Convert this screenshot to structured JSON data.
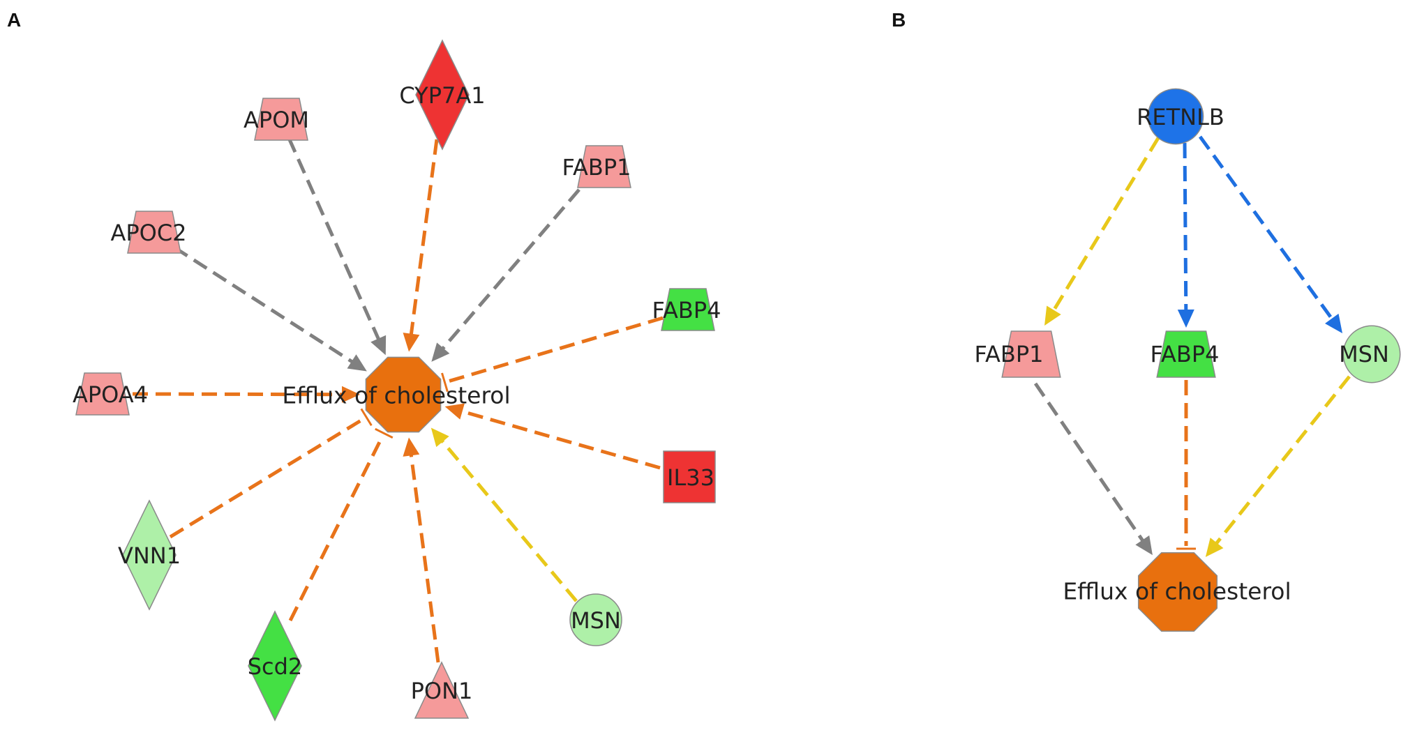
{
  "colors": {
    "background": "#ffffff",
    "edge_orange": "#e8731a",
    "edge_gray": "#808080",
    "edge_yellow": "#e8c81a",
    "edge_blue": "#1e6fe0",
    "node_light_red": "#f59a9a",
    "node_red": "#ee3333",
    "node_light_green": "#aef0a8",
    "node_green": "#44e044",
    "node_orange": "#e8700e",
    "node_blue": "#1e73e8"
  },
  "panels": [
    {
      "letter": "A",
      "center": {
        "label": "Efflux of cholesterol",
        "color": "#e8700e",
        "shape": "octagon"
      },
      "nodes": [
        {
          "id": "CYP7A1",
          "label": "CYP7A1",
          "shape": "diamond",
          "color": "#ee3333",
          "edge_color": "#e8731a",
          "edge_end": "arrow"
        },
        {
          "id": "APOM",
          "label": "APOM",
          "shape": "trapezoid",
          "color": "#f59a9a",
          "edge_color": "#808080",
          "edge_end": "arrow"
        },
        {
          "id": "FABP1",
          "label": "FABP1",
          "shape": "trapezoid",
          "color": "#f59a9a",
          "edge_color": "#808080",
          "edge_end": "arrow"
        },
        {
          "id": "APOC2",
          "label": "APOC2",
          "shape": "trapezoid",
          "color": "#f59a9a",
          "edge_color": "#808080",
          "edge_end": "arrow"
        },
        {
          "id": "FABP4",
          "label": "FABP4",
          "shape": "trapezoid",
          "color": "#44e044",
          "edge_color": "#e8731a",
          "edge_end": "inhibit"
        },
        {
          "id": "APOA4",
          "label": "APOA4",
          "shape": "trapezoid",
          "color": "#f59a9a",
          "edge_color": "#e8731a",
          "edge_end": "arrow"
        },
        {
          "id": "IL33",
          "label": "IL33",
          "shape": "square",
          "color": "#ee3333",
          "edge_color": "#e8731a",
          "edge_end": "arrow"
        },
        {
          "id": "VNN1",
          "label": "VNN1",
          "shape": "diamond",
          "color": "#aef0a8",
          "edge_color": "#e8731a",
          "edge_end": "inhibit"
        },
        {
          "id": "MSN",
          "label": "MSN",
          "shape": "circle",
          "color": "#aef0a8",
          "edge_color": "#e8c81a",
          "edge_end": "arrow"
        },
        {
          "id": "Scd2",
          "label": "Scd2",
          "shape": "diamond",
          "color": "#44e044",
          "edge_color": "#e8731a",
          "edge_end": "inhibit"
        },
        {
          "id": "PON1",
          "label": "PON1",
          "shape": "triangle",
          "color": "#f59a9a",
          "edge_color": "#e8731a",
          "edge_end": "arrow"
        }
      ]
    },
    {
      "letter": "B",
      "center": {
        "label": "Efflux of cholesterol",
        "color": "#e8700e",
        "shape": "octagon"
      },
      "top": {
        "label": "RETNLB",
        "color": "#1e73e8",
        "shape": "circle"
      },
      "nodes": [
        {
          "id": "FABP1",
          "label": "FABP1",
          "shape": "trapezoid",
          "color": "#f59a9a",
          "in_edge_color": "#e8c81a",
          "out_edge_color": "#808080",
          "out_end": "arrow"
        },
        {
          "id": "FABP4",
          "label": "FABP4",
          "shape": "trapezoid",
          "color": "#44e044",
          "in_edge_color": "#1e6fe0",
          "out_edge_color": "#e8731a",
          "out_end": "inhibit"
        },
        {
          "id": "MSN",
          "label": "MSN",
          "shape": "circle",
          "color": "#aef0a8",
          "in_edge_color": "#1e6fe0",
          "out_edge_color": "#e8c81a",
          "out_end": "arrow"
        }
      ]
    }
  ]
}
